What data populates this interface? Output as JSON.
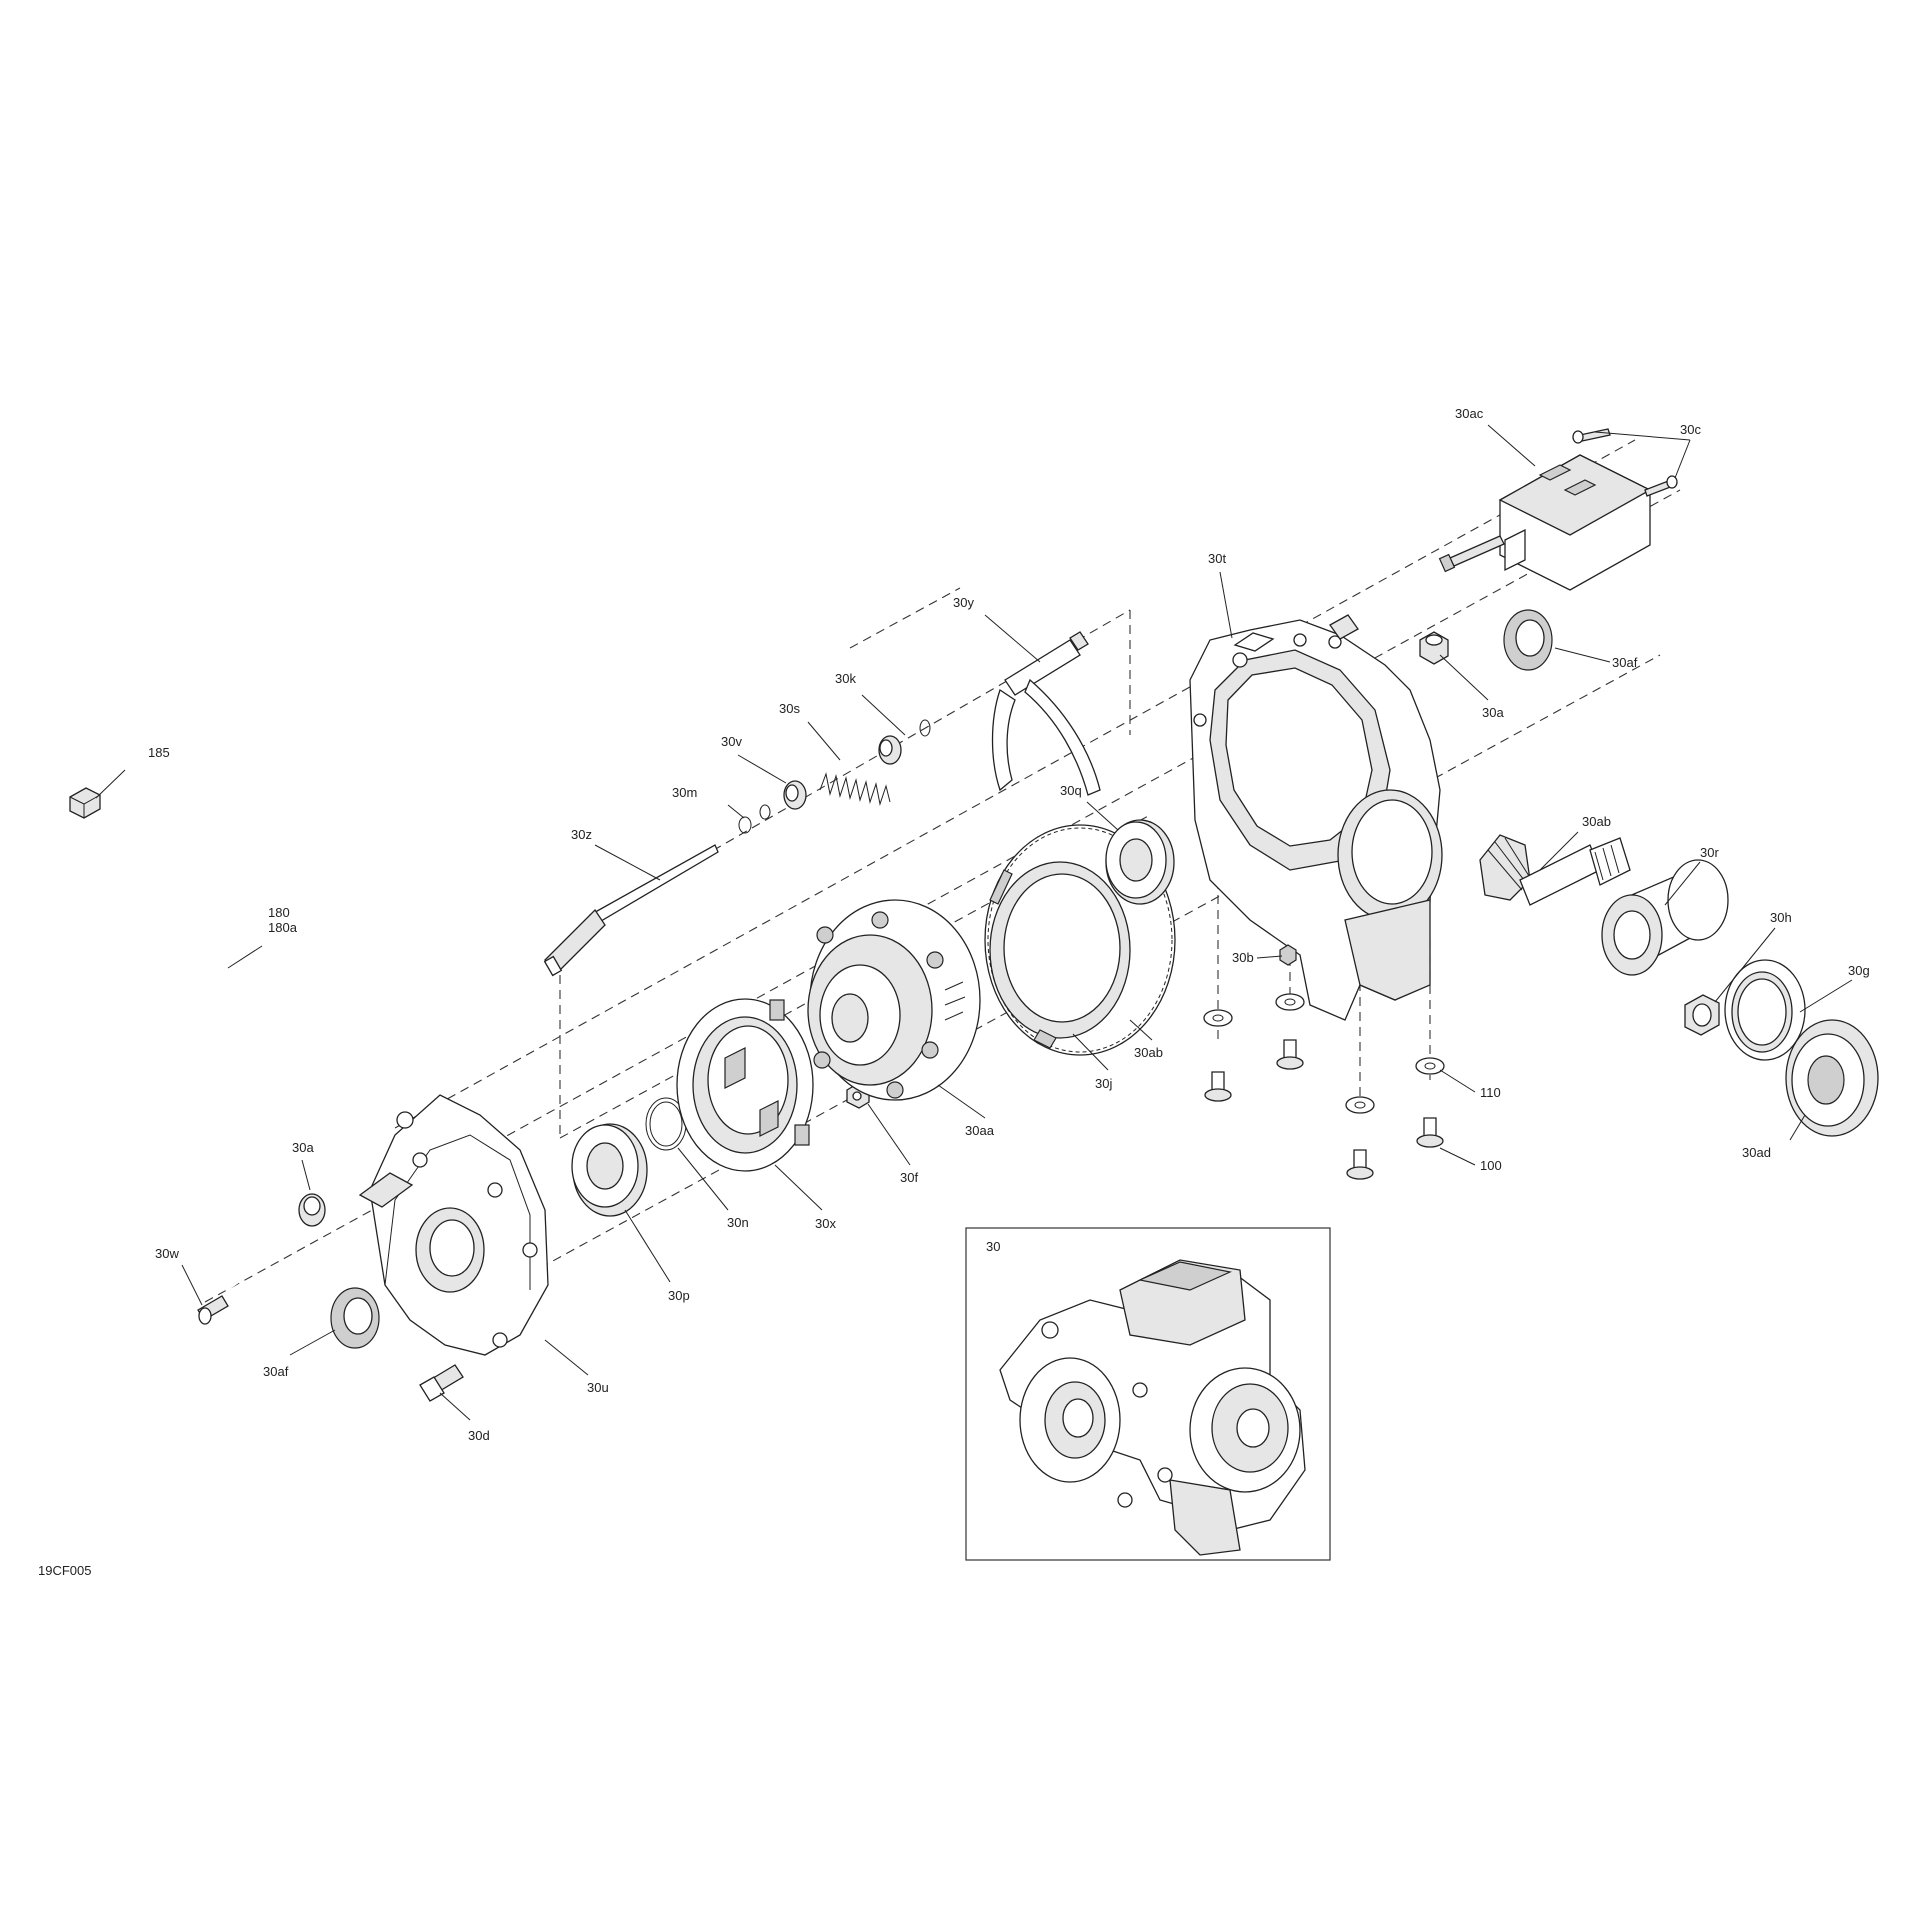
{
  "diagram_code": "19CF005",
  "inset_label": "30",
  "callouts": {
    "c185": "185",
    "c180": "180",
    "c180a": "180a",
    "c30w": "30w",
    "c30a_left": "30a",
    "c30af_left": "30af",
    "c30d": "30d",
    "c30u": "30u",
    "c30p": "30p",
    "c30n": "30n",
    "c30x": "30x",
    "c30f": "30f",
    "c30aa": "30aa",
    "c30j": "30j",
    "c30ab_ring": "30ab",
    "c30q": "30q",
    "c30z": "30z",
    "c30m": "30m",
    "c30v": "30v",
    "c30s": "30s",
    "c30k": "30k",
    "c30y": "30y",
    "c30t": "30t",
    "c30ac": "30ac",
    "c30c": "30c",
    "c30a_right": "30a",
    "c30af_right": "30af",
    "c30ab_pinion": "30ab",
    "c30r": "30r",
    "c30h": "30h",
    "c30g": "30g",
    "c30ad": "30ad",
    "c30b": "30b",
    "c110": "110",
    "c100": "100"
  }
}
